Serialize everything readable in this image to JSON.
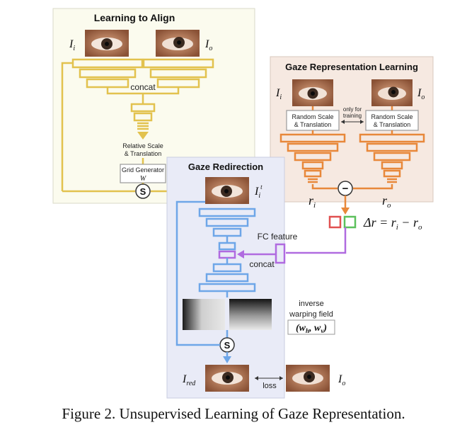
{
  "panels": {
    "align": {
      "title": "Learning to Align",
      "input_label": "I",
      "input_sub": "i",
      "output_label": "I",
      "output_sub": "o"
    },
    "gaze_rep": {
      "title": "Gaze Representation Learning",
      "input_label": "I",
      "input_sub": "i",
      "output_label": "I",
      "output_sub": "o"
    },
    "redirect": {
      "title": "Gaze Redirection"
    }
  },
  "labels": {
    "concat_top": "concat",
    "relative_scale": "Relative Scale",
    "relative_translation": "& Translation",
    "grid_generator": "Grid Generator",
    "grid_symbol": "W",
    "sampler": "S",
    "random_scale_line1": "Random Scale",
    "random_scale_line2": "& Translation",
    "only_for_1": "only for",
    "only_for_2": "training",
    "minus": "−",
    "r_i": "r",
    "r_i_sub": "i",
    "r_o": "r",
    "r_o_sub": "o",
    "delta_r": "Δr = r",
    "delta_r_sub1": "i",
    "delta_r_mid": " − r",
    "delta_r_sub2": "o",
    "fc_feature": "FC feature",
    "concat_mid": "concat",
    "warped_label": "I",
    "warped_sub": "i",
    "warped_sup": "t",
    "inverse_1": "inverse",
    "inverse_2": "warping field",
    "inverse_3": "(w",
    "inverse_sub_h": "h",
    "inverse_mid": ", w",
    "inverse_sub_v": "v",
    "inverse_end": ")",
    "red_label": "I",
    "red_sub": "red",
    "loss": "loss",
    "target_label": "I",
    "target_sub": "o"
  },
  "caption": "Figure 2. Unsupervised Learning of Gaze Representation.",
  "colors": {
    "align_bg": "#fbfbee",
    "gaze_rep_bg": "#f6e9e1",
    "redirect_bg": "#e9ebf7",
    "yellow": "#e2c24e",
    "orange": "#e8883a",
    "blue": "#6ea6e8",
    "purple": "#b06be0",
    "red_square": "#e05050",
    "green_square": "#5cc05c"
  }
}
